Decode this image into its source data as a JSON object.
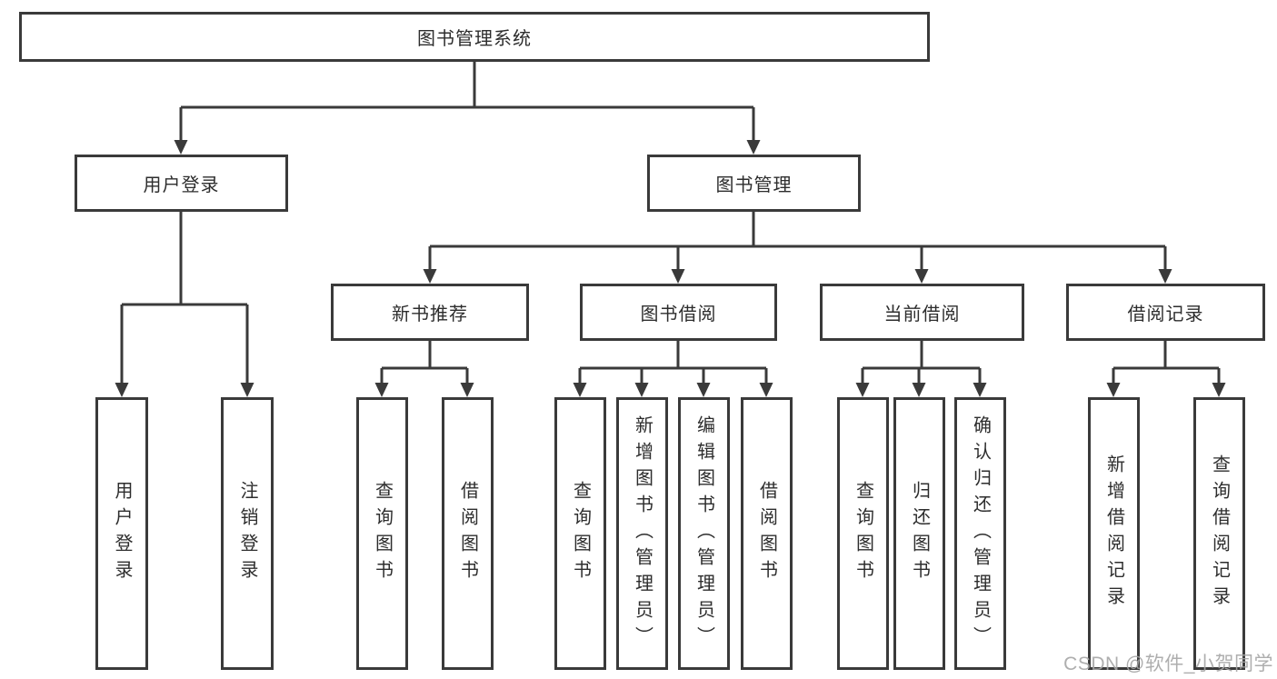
{
  "root": {
    "label": "图书管理系统"
  },
  "level2": [
    {
      "label": "用户登录"
    },
    {
      "label": "图书管理"
    }
  ],
  "level3": [
    {
      "label": "新书推荐"
    },
    {
      "label": "图书借阅"
    },
    {
      "label": "当前借阅"
    },
    {
      "label": "借阅记录"
    }
  ],
  "leaves": {
    "user_login": [
      {
        "label": "用户登录"
      },
      {
        "label": "注销登录"
      }
    ],
    "new_book": [
      {
        "label": "查询图书"
      },
      {
        "label": "借阅图书"
      }
    ],
    "book_borrow": [
      {
        "label": "查询图书"
      },
      {
        "label": "新增图书（管理员）"
      },
      {
        "label": "编辑图书（管理员）"
      },
      {
        "label": "借阅图书"
      }
    ],
    "current_borrow": [
      {
        "label": "查询图书"
      },
      {
        "label": "归还图书"
      },
      {
        "label": "确认归还（管理员）"
      }
    ],
    "borrow_record": [
      {
        "label": "新增借阅记录"
      },
      {
        "label": "查询借阅记录"
      }
    ]
  },
  "watermark": {
    "text": "CSDN @软件_小贺同学"
  },
  "colors": {
    "line": "#3a3a3a",
    "text": "#2d2d2d",
    "watermark": "#a5a5a5"
  }
}
